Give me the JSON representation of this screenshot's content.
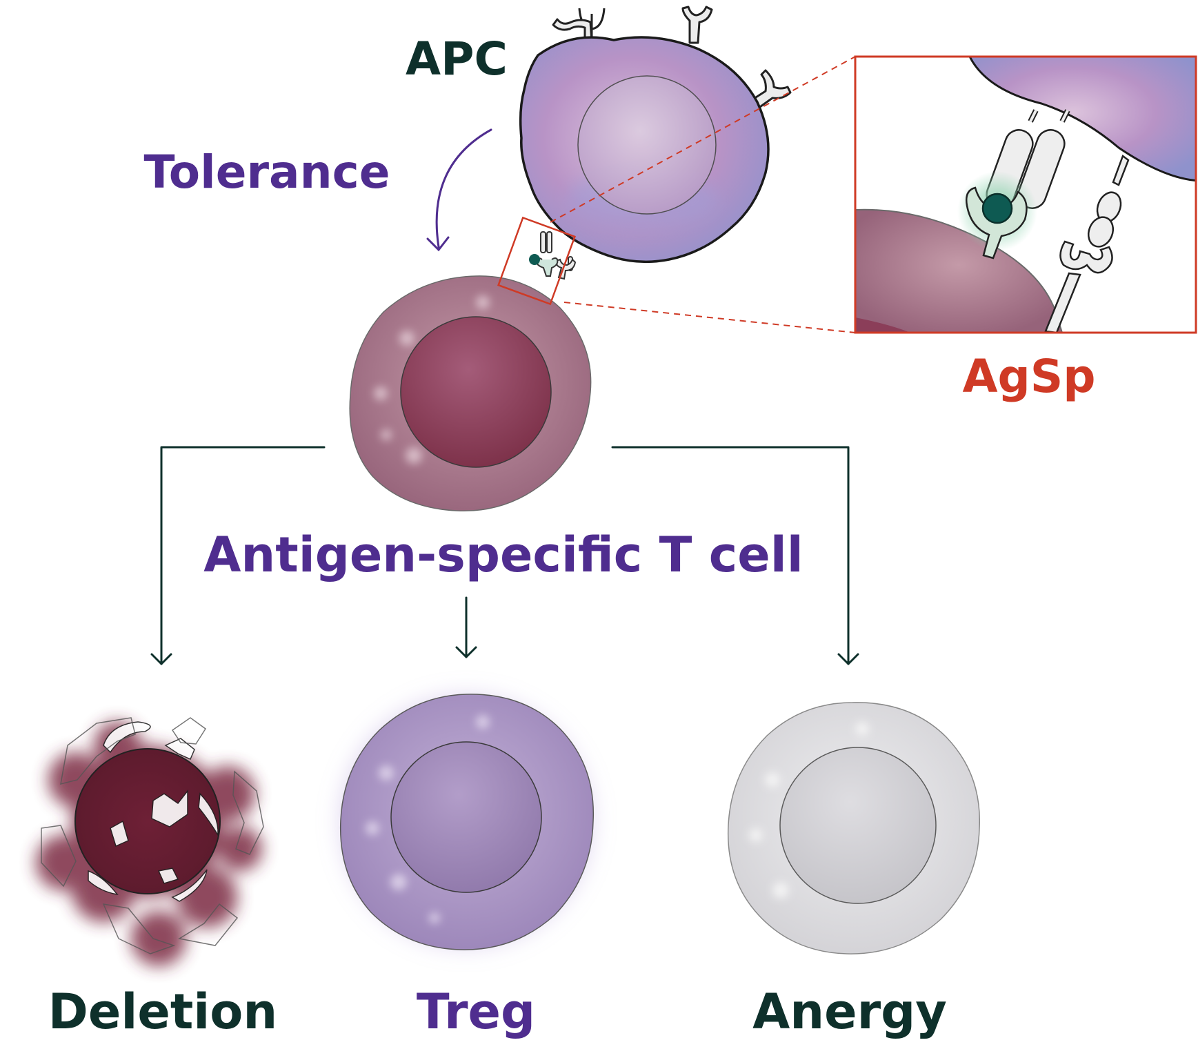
{
  "labels": {
    "apc": "APC",
    "tolerance": "Tolerance",
    "agsp": "AgSp",
    "t_cell": "Antigen-specific T cell",
    "deletion": "Deletion",
    "treg": "Treg",
    "anergy": "Anergy"
  },
  "colors": {
    "dark_teal": "#0e302b",
    "purple": "#4f2d8f",
    "red": "#cf3a25",
    "apc_fill": "#b89ac8",
    "tcell_fill": "#8a3a55",
    "treg_fill": "#a894c2",
    "anergy_fill": "#d3d2d6",
    "antigen": "#0e5a52"
  }
}
